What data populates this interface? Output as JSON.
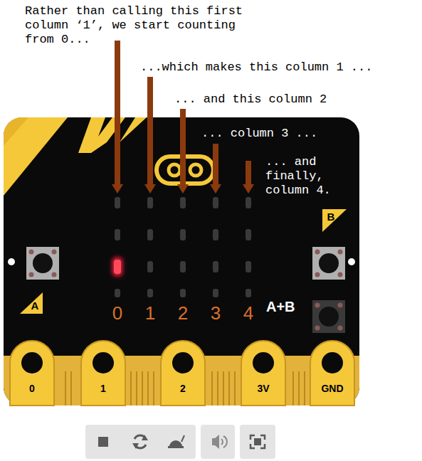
{
  "diagram": {
    "labels": [
      "Rather than calling this first column ‘1’, we start counting from 0...",
      "...which makes this column 1 ...",
      "... and this column 2",
      "... column 3 ...",
      "... and finally, column 4.",
      "0",
      "1",
      "2",
      "3",
      "4",
      "A",
      "B",
      "A+B",
      "0",
      "1",
      "2",
      "3V",
      "GND"
    ]
  }
}
